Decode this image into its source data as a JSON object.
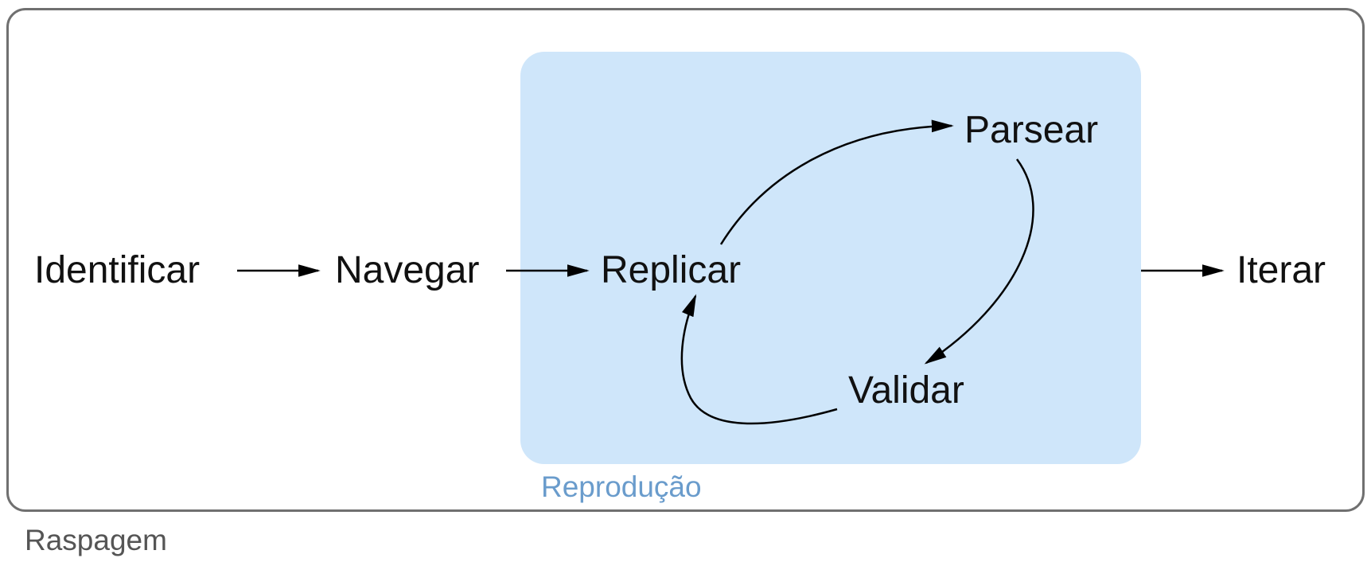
{
  "diagram": {
    "outer_group": {
      "label": "Raspagem",
      "label_color": "#555555",
      "border_color": "#707070"
    },
    "inner_group": {
      "label": "Reprodução",
      "label_color": "#6a9ccc",
      "fill_color": "#cfe6fa"
    },
    "nodes": {
      "identificar": "Identificar",
      "navegar": "Navegar",
      "replicar": "Replicar",
      "parsear": "Parsear",
      "validar": "Validar",
      "iterar": "Iterar"
    },
    "edges": [
      {
        "from": "Identificar",
        "to": "Navegar"
      },
      {
        "from": "Navegar",
        "to": "Replicar"
      },
      {
        "from": "Replicar",
        "to": "Parsear"
      },
      {
        "from": "Parsear",
        "to": "Validar"
      },
      {
        "from": "Validar",
        "to": "Replicar"
      },
      {
        "from": "Reprodução",
        "to": "Iterar"
      }
    ]
  }
}
